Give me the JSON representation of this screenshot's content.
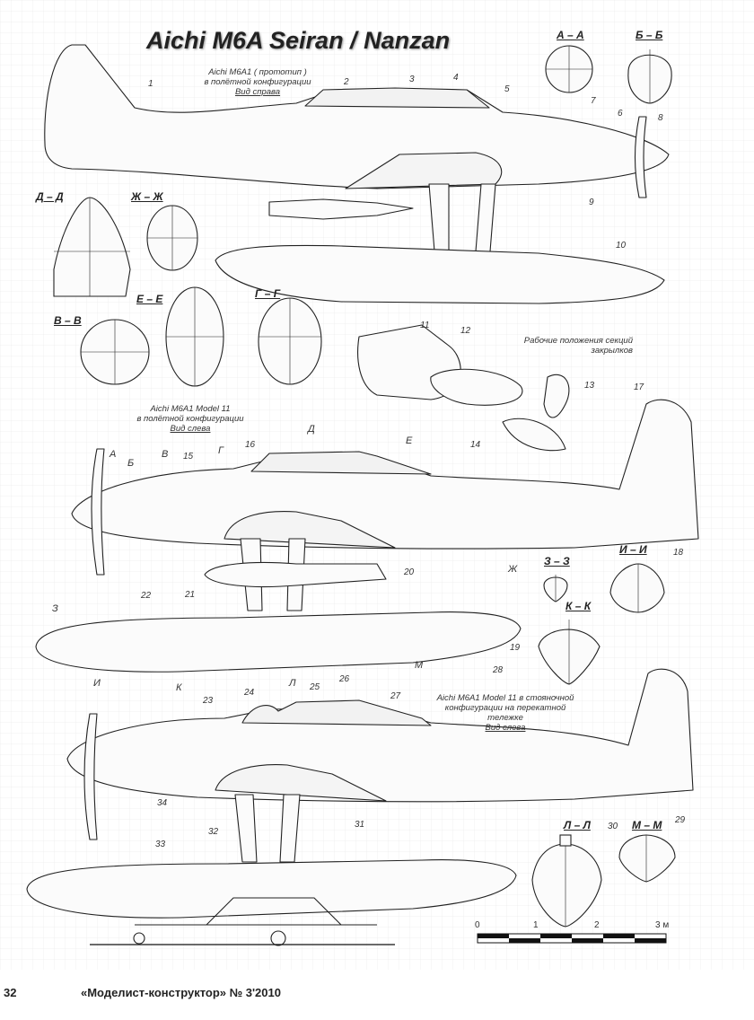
{
  "title": "Aichi M6A  Seiran / Nanzan",
  "views": {
    "top": {
      "line1": "Aichi M6A1 ( прототип )",
      "line2": "в полётной конфигурации",
      "line3": "Вид справа"
    },
    "middle": {
      "line1": "Aichi M6A1 Model 11",
      "line2": "в полётной конфигурации",
      "line3": "Вид слева"
    },
    "bottom": {
      "line1": "Aichi M6A1 Model 11 в стояночной",
      "line2": "конфигурации на перекатной",
      "line3": "тележке",
      "line4": "Вид слева"
    }
  },
  "flaps_note": {
    "line1": "Рабочие положения секций",
    "line2": "закрылков"
  },
  "sections": [
    {
      "id": "aa",
      "label": "А – А"
    },
    {
      "id": "bb",
      "label": "Б – Б"
    },
    {
      "id": "dd",
      "label": "Д – Д"
    },
    {
      "id": "zhzh",
      "label": "Ж – Ж"
    },
    {
      "id": "ee",
      "label": "Е – Е"
    },
    {
      "id": "gg",
      "label": "Г – Г"
    },
    {
      "id": "vv",
      "label": "В – В"
    },
    {
      "id": "ii",
      "label": "И – И"
    },
    {
      "id": "zz",
      "label": "З – З"
    },
    {
      "id": "kk",
      "label": "К – К"
    },
    {
      "id": "ll",
      "label": "Л – Л"
    },
    {
      "id": "mm",
      "label": "М – М"
    }
  ],
  "cut_markers": [
    "А",
    "Б",
    "В",
    "Г",
    "Д",
    "Е",
    "Ж",
    "З",
    "И",
    "К",
    "Л",
    "М"
  ],
  "callouts": [
    "1",
    "2",
    "3",
    "4",
    "5",
    "6",
    "7",
    "8",
    "9",
    "10",
    "11",
    "12",
    "13",
    "14",
    "15",
    "16",
    "17",
    "18",
    "19",
    "20",
    "21",
    "22",
    "23",
    "24",
    "25",
    "26",
    "27",
    "28",
    "29",
    "30",
    "31",
    "32",
    "33",
    "34"
  ],
  "scale": {
    "ticks": [
      "0",
      "1",
      "2",
      "3 м"
    ]
  },
  "footer": {
    "page": "32",
    "journal": "«Моделист-конструктор» № 3'2010"
  }
}
